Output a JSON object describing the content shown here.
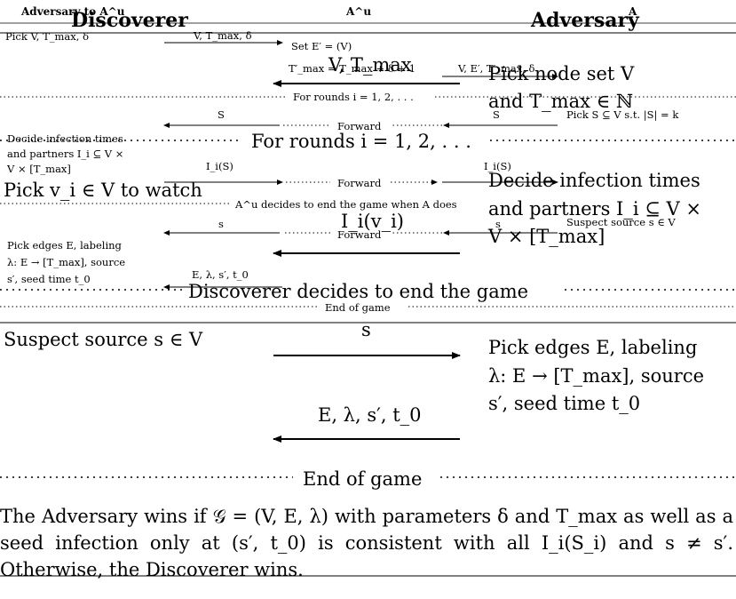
{
  "roles": {
    "discoverer": "Discoverer",
    "adversary": "Adversary",
    "small_left": "Adversary to A^u",
    "small_mid": "A^u",
    "small_right": "A"
  },
  "large_protocol": {
    "round_header_1": "Pick node set V",
    "round_header_2": "and T_max ∈ ℕ",
    "msg_params": "V, T_max",
    "loop_label": "For rounds i = 1, 2, . . .",
    "discoverer_pick": "Pick v_i ∈ V to watch",
    "adversary_decide_1": "Decide infection times",
    "adversary_decide_2": "and partners I_i ⊆ V ×",
    "adversary_decide_3": "V × [T_max]",
    "msg_infection": "I_i(v_i)",
    "end_loop_label": "Discoverer decides to end the game",
    "discoverer_suspect": "Suspect source s ∈ V",
    "msg_suspect": "s",
    "adversary_edges_1": "Pick edges E, labeling",
    "adversary_edges_2": "λ: E → [T_max], source",
    "adversary_edges_3": "s′, seed time t_0",
    "msg_reveal": "E, λ, s′, t_0",
    "end_label": "End of game"
  },
  "small_protocol": {
    "pick_params": "Pick V, T_max, δ",
    "msg_params": "V, T_max, δ",
    "set_e": "Set E′ = (V)",
    "set_tmax": "T′_max = T_max + δ + 1",
    "msg_params_prime": "V, E′, T′_max, δ",
    "rounds_label": "For rounds i = 1, 2, . . .",
    "msg_s": "S",
    "forward_1": "Forward",
    "pick_s": "Pick S ⊆ V s.t. |S| = k",
    "decide_1": "Decide infection times",
    "decide_2": "and partners I_i ⊆ V ×",
    "decide_3": "V × [T_max]",
    "msg_is": "I_i(S)",
    "forward_2": "Forward",
    "au_decides": "A^u decides to end the game when A does",
    "msg_s_small": "s",
    "forward_3": "Forward",
    "suspect_small": "Suspect source s ∈ V",
    "edges_1": "Pick edges E, labeling",
    "edges_2": "λ: E → [T_max], source",
    "edges_3": "s′, seed time t_0",
    "msg_reveal": "E, λ, s′, t_0",
    "end_label": "End of game"
  },
  "conclusion": "The Adversary wins if 𝒢 = (V, E, λ) with parameters δ and T_max as well as a seed infection only at (s′, t_0) is consistent with all I_i(S_i) and s ≠ s′. Otherwise, the Discoverer wins."
}
